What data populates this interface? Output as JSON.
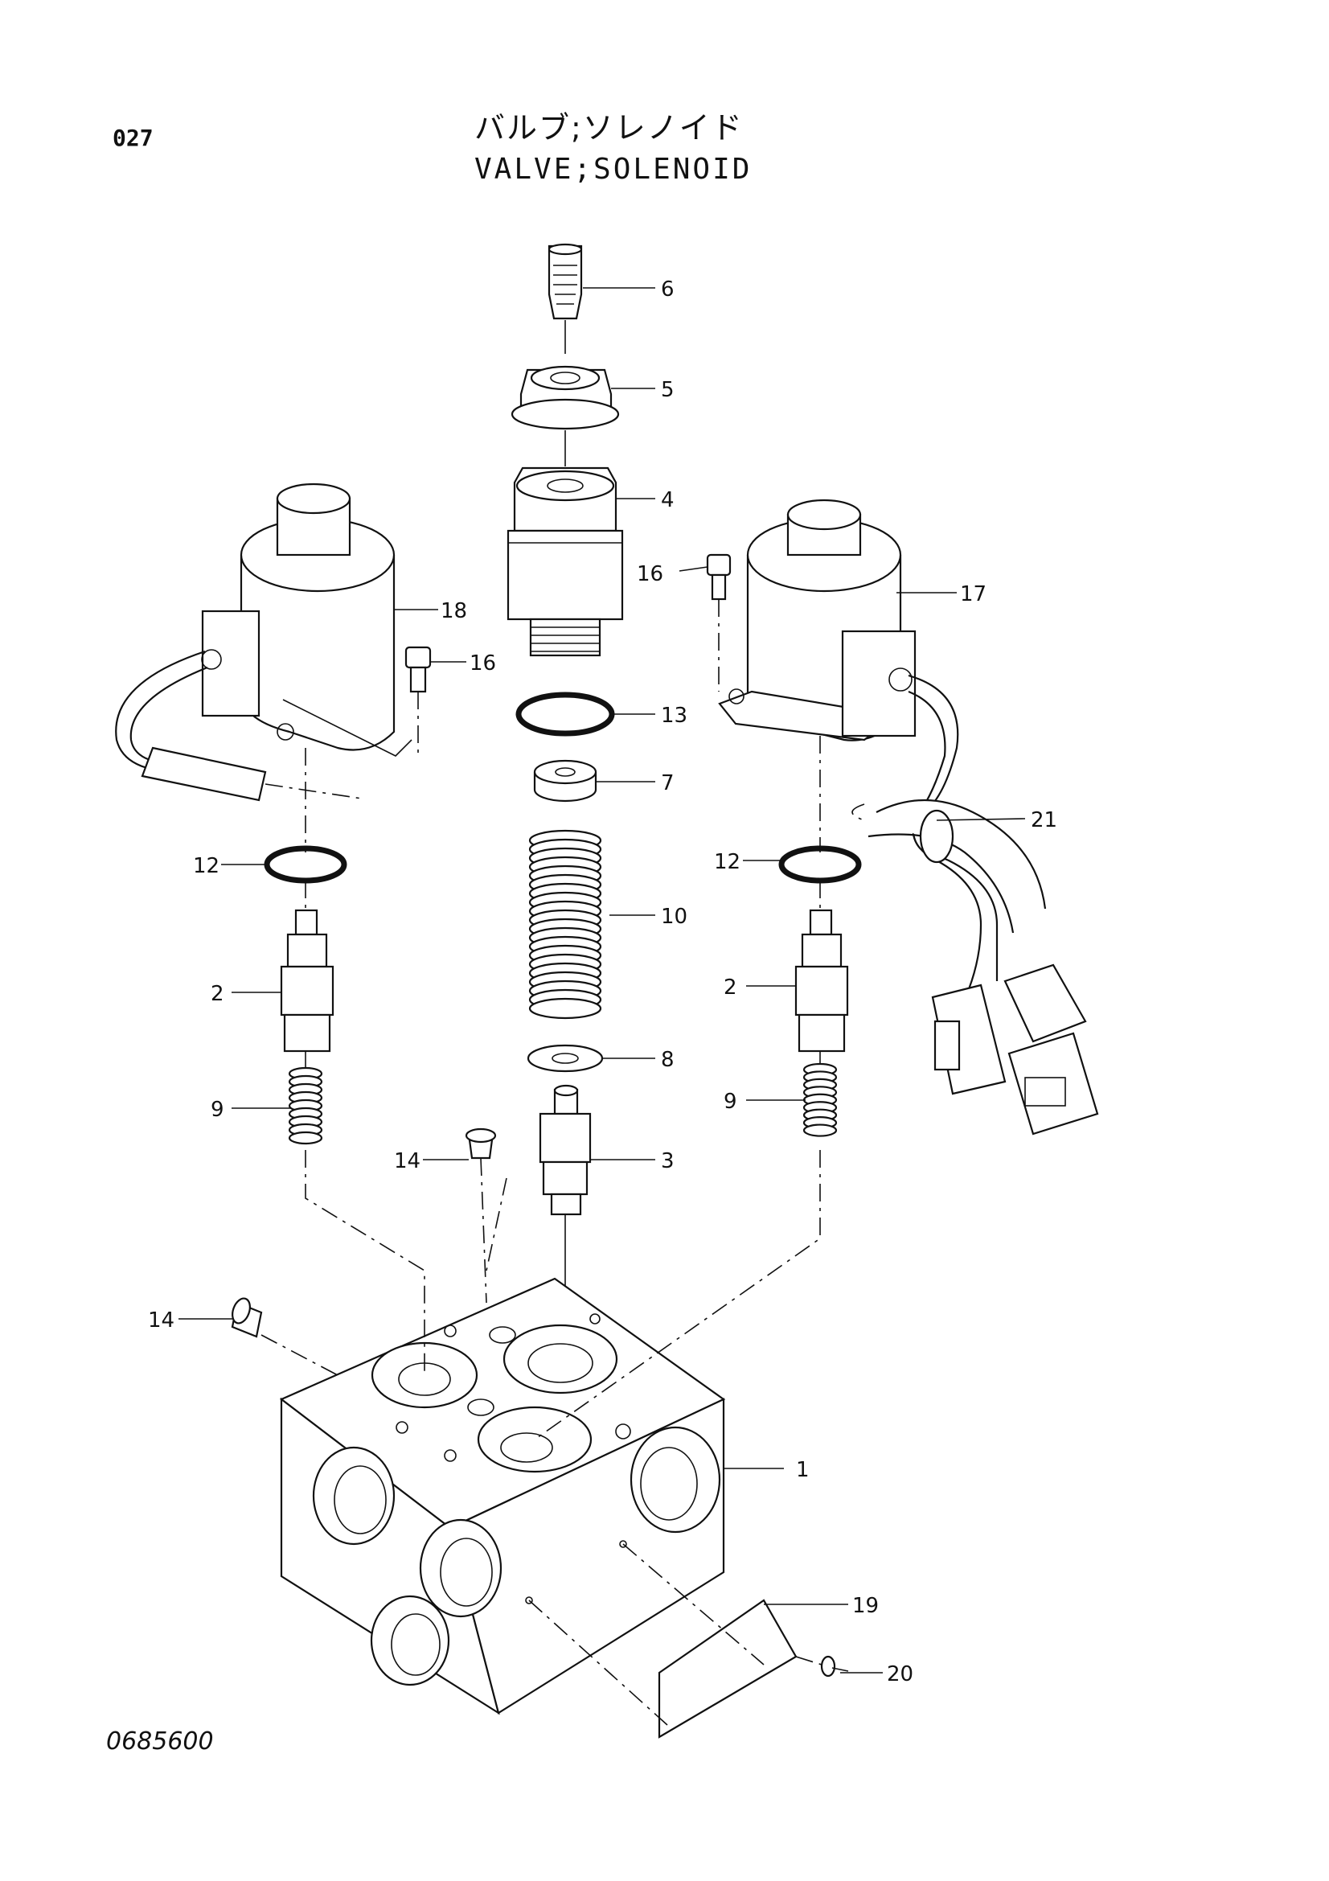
{
  "page_number": "027",
  "title_jp": "バルブ;ソレノイド",
  "title_en": "VALVE;SOLENOID",
  "drawing_number": "0685600",
  "callouts": {
    "c1": "1",
    "c2a": "2",
    "c2b": "2",
    "c3": "3",
    "c4": "4",
    "c5": "5",
    "c6": "6",
    "c7": "7",
    "c8": "8",
    "c9a": "9",
    "c9b": "9",
    "c10": "10",
    "c12a": "12",
    "c12b": "12",
    "c13": "13",
    "c14a": "14",
    "c14b": "14",
    "c16a": "16",
    "c16b": "16",
    "c17": "17",
    "c18": "18",
    "c19": "19",
    "c20": "20",
    "c21": "21"
  }
}
